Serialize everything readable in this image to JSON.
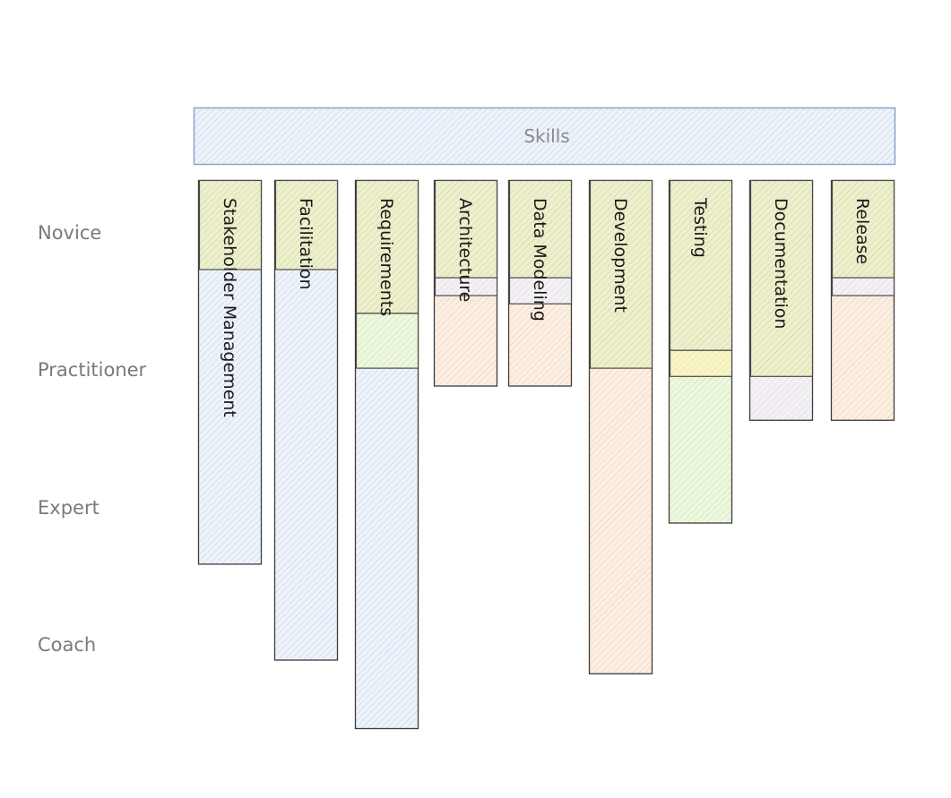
{
  "header": {
    "title": "Skills"
  },
  "levels": [
    "Novice",
    "Practitioner",
    "Expert",
    "Coach"
  ],
  "colors": {
    "blue": "#c9d9ee",
    "olive": "#dde3a8",
    "lightgreen": "#d4edb0",
    "peach": "#f6d6bc",
    "lavender": "#e8e2ea",
    "yellow": "#f2efa0"
  },
  "skills": [
    {
      "label": "Stakeholder Management",
      "color": "blue",
      "segments": [
        {
          "color": "olive",
          "from": 0,
          "to": 0.65
        }
      ],
      "level_reached": 2.8
    },
    {
      "label": "Facilitation",
      "color": "blue",
      "segments": [
        {
          "color": "olive",
          "from": 0,
          "to": 0.65
        }
      ],
      "level_reached": 3.5
    },
    {
      "label": "Requirements",
      "color": "blue",
      "segments": [
        {
          "color": "olive",
          "from": 0,
          "to": 0.97
        },
        {
          "color": "lightgreen",
          "from": 0.97,
          "to": 1.37
        }
      ],
      "level_reached": 4.0
    },
    {
      "label": "Architecture",
      "color": "peach",
      "segments": [
        {
          "color": "olive",
          "from": 0,
          "to": 0.71
        },
        {
          "color": "lavender",
          "from": 0.71,
          "to": 0.84
        }
      ],
      "level_reached": 1.5
    },
    {
      "label": "Data Modeling",
      "color": "peach",
      "segments": [
        {
          "color": "olive",
          "from": 0,
          "to": 0.71
        },
        {
          "color": "lavender",
          "from": 0.71,
          "to": 0.9
        }
      ],
      "level_reached": 1.5
    },
    {
      "label": "Development",
      "color": "peach",
      "segments": [
        {
          "color": "olive",
          "from": 0,
          "to": 1.37
        }
      ],
      "level_reached": 3.6
    },
    {
      "label": "Testing",
      "color": "lightgreen",
      "segments": [
        {
          "color": "olive",
          "from": 0,
          "to": 1.24
        },
        {
          "color": "yellow",
          "from": 1.24,
          "to": 1.43
        }
      ],
      "level_reached": 2.5
    },
    {
      "label": "Documentation",
      "color": "lavender",
      "segments": [
        {
          "color": "olive",
          "from": 0,
          "to": 1.43
        }
      ],
      "level_reached": 1.75
    },
    {
      "label": "Release",
      "color": "peach",
      "segments": [
        {
          "color": "olive",
          "from": 0,
          "to": 0.71
        },
        {
          "color": "lavender",
          "from": 0.71,
          "to": 0.84
        }
      ],
      "level_reached": 1.75
    }
  ]
}
